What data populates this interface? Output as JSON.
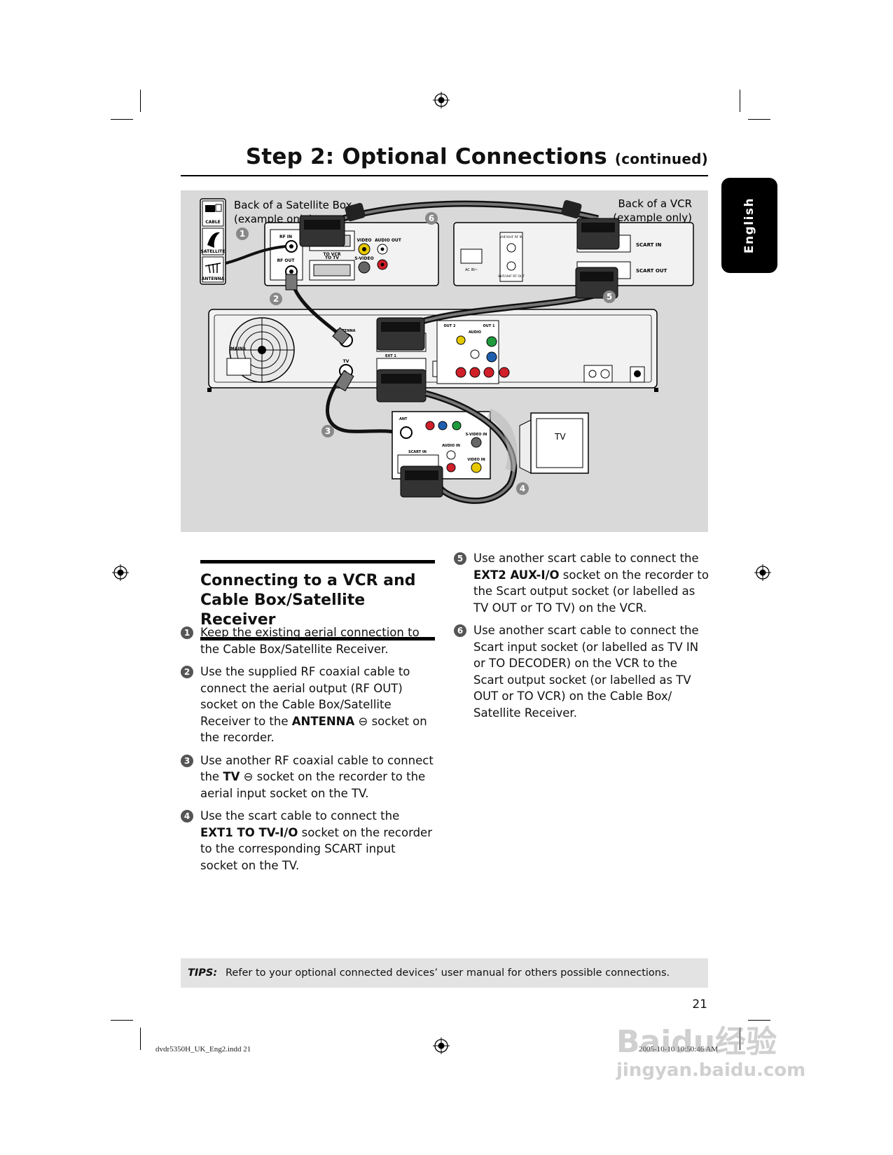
{
  "header": {
    "title_main": "Step 2: Optional Connections",
    "title_suffix": "(continued)"
  },
  "language_tab": "English",
  "figure": {
    "satellite_label_line1": "Back of a Satellite Box",
    "satellite_label_line2": "(example only)",
    "vcr_label_line1": "Back of a VCR",
    "vcr_label_line2": "(example only)",
    "tv_label": "TV",
    "icon_labels": [
      "CABLE",
      "SATELLITE",
      "ANTENNA"
    ],
    "satellite_ports": {
      "rf_in": "RF IN",
      "rf_out": "RF OUT",
      "to_vcr": "TO VCR",
      "to_tv": "TO TV",
      "video": "VIDEO",
      "audio_out": "AUDIO OUT",
      "s_video": "S-VIDEO"
    },
    "vcr_ports": {
      "scart_in": "SCART IN",
      "scart_out": "SCART OUT",
      "ac_in": "AC IN~",
      "vhf_in": "VHF/UHF RF IN",
      "vhf_out": "VHF/UHF RF OUT"
    },
    "recorder_ports": {
      "mains": "MAINS",
      "antenna": "ANTENNA",
      "tv": "TV",
      "ext1": "EXT 1",
      "out1": "OUT 1",
      "out2": "OUT 2",
      "audio": "AUDIO"
    },
    "tv_ports": {
      "ant": "ANT",
      "scart_in": "SCART IN",
      "audio_in": "AUDIO IN",
      "video_in": "VIDEO IN",
      "s_video": "S-VIDEO IN"
    },
    "callouts": [
      "1",
      "2",
      "3",
      "4",
      "5",
      "6"
    ]
  },
  "section": {
    "title_line1": "Connecting to a VCR and",
    "title_line2": "Cable Box/Satellite Receiver"
  },
  "steps": [
    {
      "num": "1",
      "pre": "Keep the existing aerial connection to the Cable Box/Satellite Receiver.",
      "bold": "",
      "post": ""
    },
    {
      "num": "2",
      "pre": "Use the supplied RF coaxial cable to connect the aerial output (RF OUT) socket on the Cable Box/Satellite Receiver to the ",
      "bold": "ANTENNA",
      "post": " socket on the recorder."
    },
    {
      "num": "3",
      "pre": "Use another RF coaxial cable to connect the ",
      "bold": "TV",
      "post": " socket on the recorder to the aerial input socket on the TV."
    },
    {
      "num": "4",
      "pre": "Use the scart cable to connect the ",
      "bold": "EXT1 TO TV-I/O",
      "post": " socket on the recorder to the corresponding SCART input socket on the TV."
    },
    {
      "num": "5",
      "pre": "Use another scart cable to connect the ",
      "bold": "EXT2 AUX-I/O",
      "post": " socket on the recorder to the Scart output socket (or labelled as TV OUT or TO TV) on the VCR."
    },
    {
      "num": "6",
      "pre": "Use another scart cable to connect the Scart input socket (or labelled as TV IN or TO DECODER) on the VCR to the Scart output socket (or labelled as TV OUT or TO VCR) on the Cable Box/ Satellite Receiver.",
      "bold": "",
      "post": ""
    }
  ],
  "tips": {
    "label": "TIPS:",
    "text": "Refer to your optional connected devices’ user manual for others possible connections."
  },
  "page_number": "21",
  "footer": {
    "file": "dvdr5350H_UK_Eng2.indd   21",
    "timestamp": "2005-10-10   10:50:46 AM"
  },
  "watermark": {
    "line1": "Baidu经验",
    "line2": "jingyan.baidu.com"
  },
  "colors": {
    "figure_bg": "#d9d9d9",
    "tips_bg": "#e3e3e3",
    "tab_bg": "#000000",
    "jack_red": "#d0202a",
    "jack_yellow": "#e6c800",
    "jack_green": "#1f9a3c",
    "jack_blue": "#1f5fb0"
  }
}
